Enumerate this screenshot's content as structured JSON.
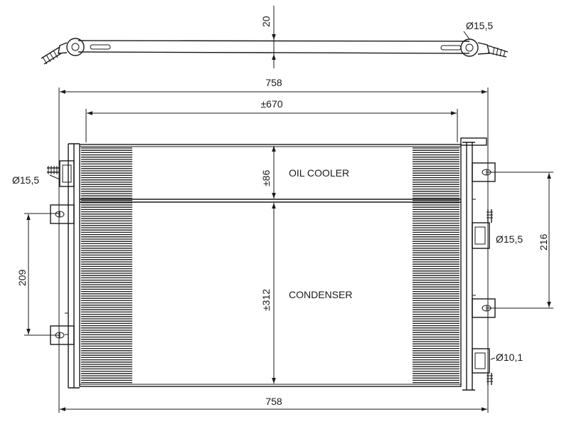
{
  "dims": {
    "top_offset": "20",
    "top_pipe_diameter": "Ø15,5",
    "overall_width_top": "758",
    "core_width": "±670",
    "oil_cooler_height": "±86",
    "condenser_height": "±312",
    "left_bracket_spacing": "209",
    "right_bracket_spacing": "216",
    "left_fitting_diameter": "Ø15,5",
    "right_fitting_diameter_upper": "Ø15,5",
    "right_fitting_diameter_lower": "Ø10,1",
    "overall_width_bottom": "758"
  },
  "sections": {
    "oil_cooler": "OIL COOLER",
    "condenser": "CONDENSER"
  }
}
